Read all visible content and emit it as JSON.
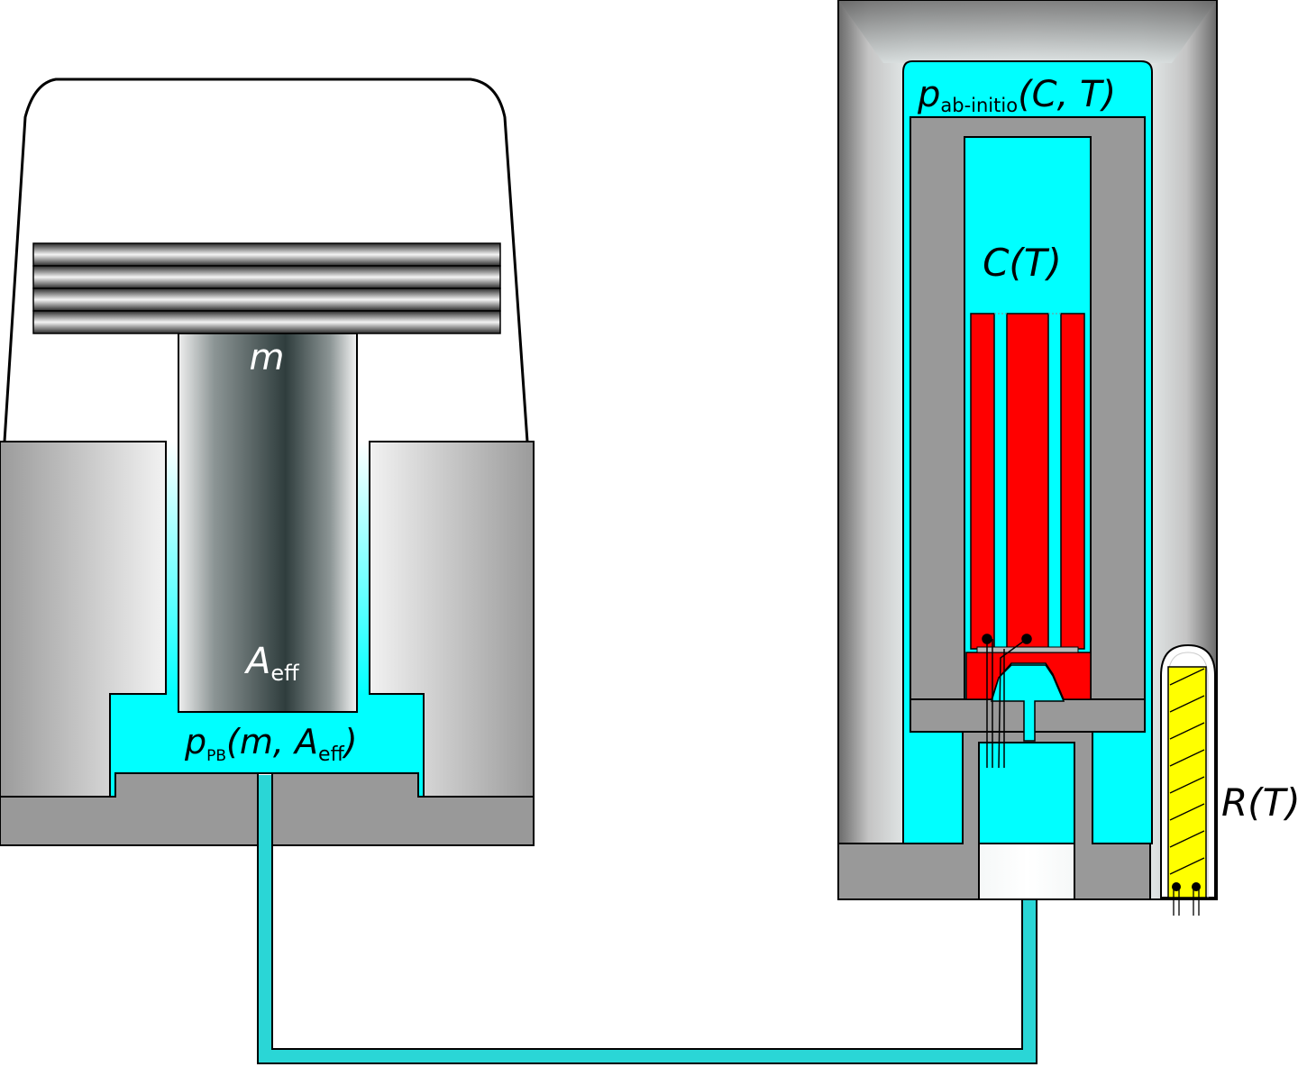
{
  "labels": {
    "mass": {
      "main": "m"
    },
    "area": {
      "main": "A",
      "sub": "eff"
    },
    "pb": {
      "p": "p",
      "sub": "PB",
      "open": "(m, ",
      "a": "A",
      "asub": "eff",
      "close": ")"
    },
    "capacitance": {
      "text": "C(T)"
    },
    "abinitio": {
      "p": "p",
      "sub": "ab-initio",
      "rest": "(C, T)"
    },
    "resistance": {
      "text": "R(T)"
    }
  },
  "colors": {
    "fluid": "#00ffff",
    "fluid_line": "#2ad6d6",
    "steel": "#999999",
    "electrode": "#ff0000",
    "thermometer": "#ffff00",
    "outline": "#000000"
  }
}
